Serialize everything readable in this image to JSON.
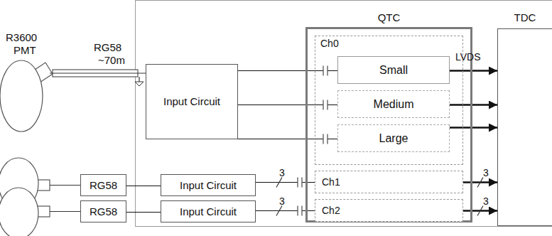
{
  "diagram": {
    "nodes": [
      {
        "text": [
          "Input Circuit"
        ]
      },
      {
        "text": [
          "RG58"
        ]
      },
      {
        "text": [
          "Input Circuit"
        ]
      },
      {
        "text": [
          "RG58"
        ]
      },
      {
        "text": [
          "Input Circuit"
        ]
      },
      {
        "text": [
          "QTC"
        ]
      },
      {
        "text": [
          "Ch0"
        ],
        "in": 5
      },
      {
        "text": [
          "Small"
        ],
        "in": 6
      },
      {
        "text": [
          "Medium"
        ],
        "in": 6
      },
      {
        "text": [
          "Large"
        ],
        "in": 6
      },
      {
        "text": [
          "Ch1"
        ],
        "in": 5
      },
      {
        "text": [
          "Ch2"
        ],
        "in": 5
      },
      {
        "text": [
          "TDC"
        ]
      }
    ],
    "edges": [
      {
        "from": 0,
        "to": 7,
        "arrow": "none"
      },
      {
        "from": 0,
        "to": 8,
        "arrow": "none"
      },
      {
        "from": 0,
        "to": 9,
        "arrow": "none"
      },
      {
        "from": 1,
        "to": 2,
        "arrow": "none"
      },
      {
        "from": 3,
        "to": 4,
        "arrow": "none"
      },
      {
        "from": 2,
        "to": 10,
        "arrow": "none",
        "label": "3"
      },
      {
        "from": 4,
        "to": 11,
        "arrow": "none",
        "label": "3"
      },
      {
        "from": 7,
        "to": 12,
        "arrow": "to",
        "label": "LVDS"
      },
      {
        "from": 8,
        "to": 12,
        "arrow": "to"
      },
      {
        "from": 9,
        "to": 12,
        "arrow": "to"
      },
      {
        "from": 10,
        "to": 12,
        "arrow": "to",
        "label": "3"
      },
      {
        "from": 11,
        "to": 12,
        "arrow": "to",
        "label": "3"
      }
    ],
    "labels": [
      "R3600",
      "PMT",
      "RG58",
      "~70m"
    ]
  }
}
